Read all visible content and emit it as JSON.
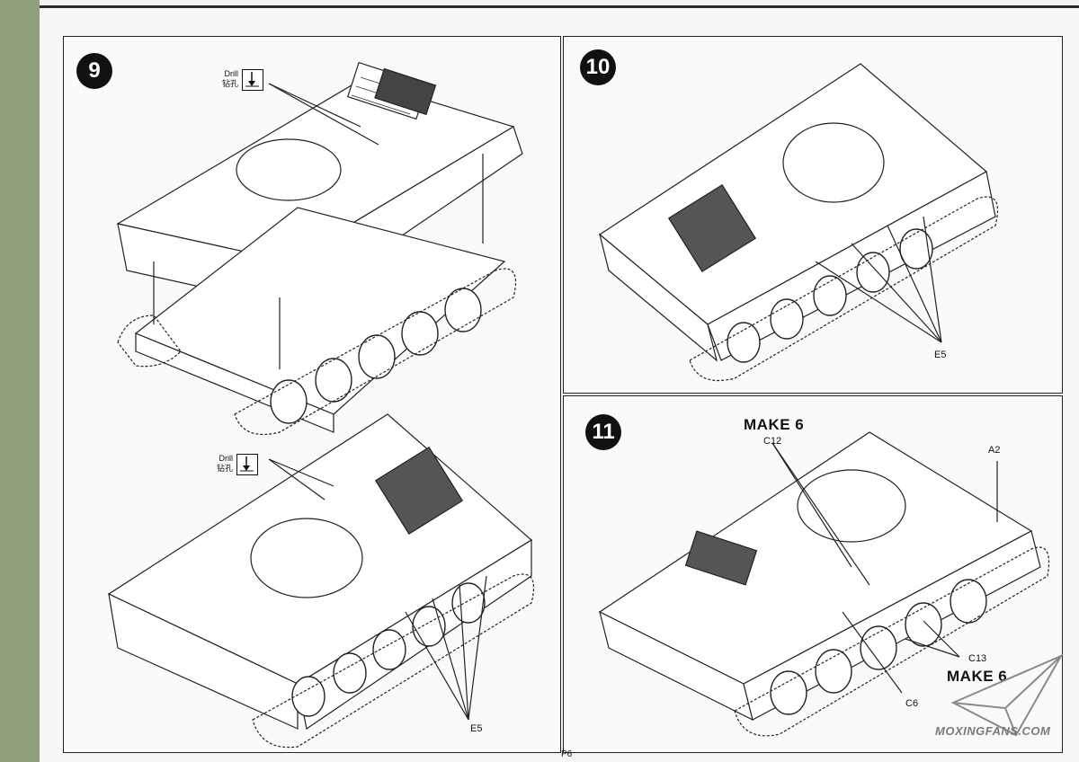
{
  "page": {
    "number": "P6"
  },
  "steps": [
    {
      "number": "9"
    },
    {
      "number": "10"
    },
    {
      "number": "11"
    }
  ],
  "drill": {
    "label_en": "Drill",
    "label_cn": "钻孔",
    "icon": "drill-icon"
  },
  "parts": {
    "e5": "E5",
    "c12": "C12",
    "a2": "A2",
    "c13": "C13",
    "c6": "C6"
  },
  "make_6": "MAKE 6",
  "watermark": {
    "text": "MOXINGFANS.COM",
    "icon": "paper-plane-icon"
  }
}
